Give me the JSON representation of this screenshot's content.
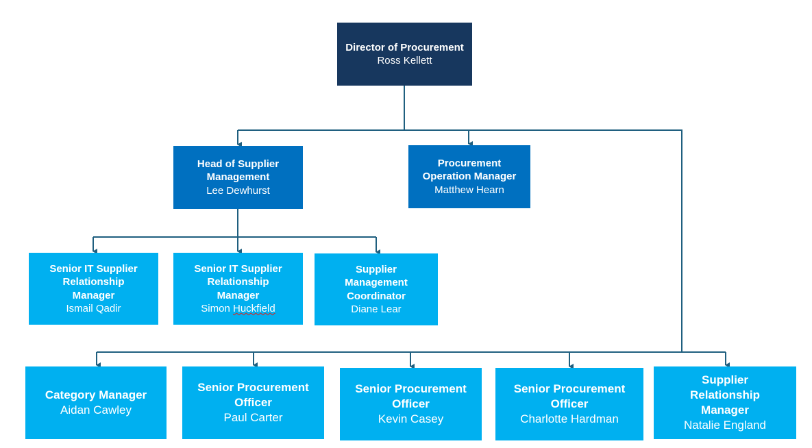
{
  "chart_title": "Procurement Organisation Chart",
  "colors": {
    "director": "#17375e",
    "managers": "#0070c0",
    "staff": "#00b0f0",
    "connector": "#1f5f7f",
    "text": "#ffffff"
  },
  "nodes": {
    "director": {
      "title": "Director of Procurement",
      "name": "Ross Kellett"
    },
    "head_supplier": {
      "title": "Head of Supplier Management",
      "name": "Lee Dewhurst"
    },
    "proc_op": {
      "title": "Procurement Operation Manager",
      "name": "Matthew Hearn"
    },
    "it_srm_1": {
      "title": "Senior IT Supplier Relationship Manager",
      "name": "Ismail Qadir"
    },
    "it_srm_2": {
      "title": "Senior IT Supplier Relationship Manager",
      "name": "Simon Huckfield"
    },
    "smc": {
      "title": "Supplier Management Coordinator",
      "name": "Diane Lear"
    },
    "cat_mgr": {
      "title": "Category Manager",
      "name": "Aidan Cawley"
    },
    "spo_1": {
      "title": "Senior Procurement Officer",
      "name": "Paul Carter"
    },
    "spo_2": {
      "title": "Senior Procurement Officer",
      "name": "Kevin Casey"
    },
    "spo_3": {
      "title": "Senior Procurement Officer",
      "name": "Charlotte Hardman"
    },
    "srm": {
      "title": "Supplier Relationship Manager",
      "name": "Natalie England"
    }
  },
  "reporting_lines": [
    {
      "from": "director",
      "to": [
        "head_supplier",
        "proc_op",
        "cat_mgr",
        "spo_1",
        "spo_2",
        "spo_3",
        "srm"
      ]
    },
    {
      "from": "head_supplier",
      "to": [
        "it_srm_1",
        "it_srm_2",
        "smc"
      ]
    }
  ]
}
